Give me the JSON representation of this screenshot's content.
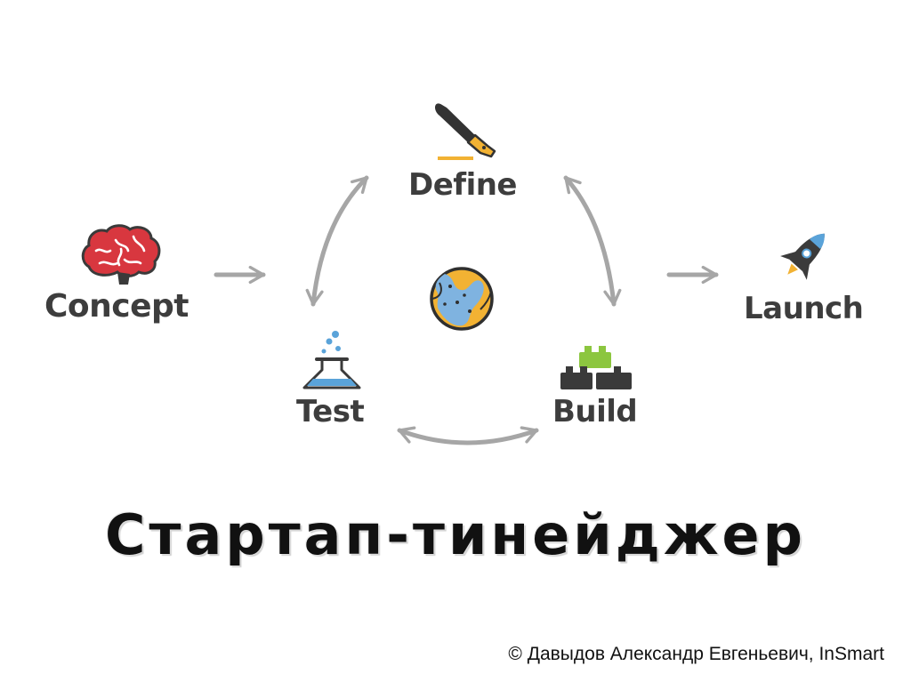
{
  "nodes": {
    "concept": "Concept",
    "define": "Define",
    "launch": "Launch",
    "test": "Test",
    "build": "Build"
  },
  "icons": {
    "concept": "brain-icon",
    "define": "fountain-pen-icon",
    "launch": "rocket-icon",
    "test": "flask-icon",
    "build": "building-blocks-icon",
    "center": "globe-icon"
  },
  "colors": {
    "label_text": "#3d3d3d",
    "arrow": "#a6a6a6",
    "brain": "#d8373f",
    "define_underline": "#f2b233",
    "flask_liquid": "#5aa3d9",
    "block_green": "#8cc63f",
    "block_dark": "#3a3a3a",
    "rocket_body": "#3b3b3b",
    "globe_land": "#f2b233",
    "globe_water": "#7fb3e0"
  },
  "title": "Стартап-тинейджер",
  "footer": {
    "copyright": "© Давыдов Александр Евгеньевич, InSmart"
  }
}
